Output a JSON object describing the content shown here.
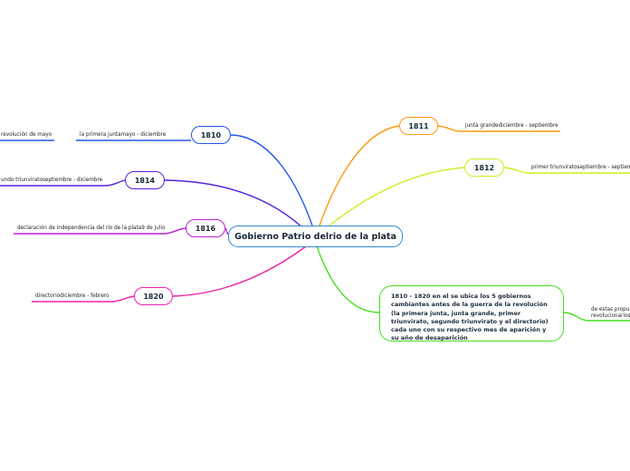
{
  "central": {
    "title": "Gobierno Patrio delrio de la plata"
  },
  "nodes": {
    "y1810": "1810",
    "y1814": "1814",
    "y1816": "1816",
    "y1820": "1820",
    "y1811": "1811",
    "y1812": "1812"
  },
  "labels": {
    "revolucion": "revolución de mayo",
    "primera_junta": "la primera juntamayo - diciembre",
    "segundo_triunvirato": "undo triunviratoseptiembre - diciembre",
    "declaracion": "declaración de independencia del rio de la plata9 de julio",
    "directorio": "directoriodiciembre - febrero",
    "junta_grande": "junta grandediciembre - septiembre",
    "primer_triunvirato": "primer triunviratoseptiembre - septiem",
    "propuestas_1": "de estas propue",
    "propuestas_2": "revolucionarios"
  },
  "note": {
    "text": "1810 - 1820 en el se ubica los 5 gobiernos cambiantes antes de la guerra de la revolución (la primera junta, junta grande, primer triunvirato, segundo triunvirato y el directorio) cada uno con su respectivo mes de aparición y su año de desaparición"
  },
  "colors": {
    "branch_1810": "#2255ee",
    "branch_1814": "#5522dd",
    "branch_1816": "#bb22cc",
    "branch_1820": "#ee22aa",
    "branch_1811": "#ff9911",
    "branch_1812": "#ccee22",
    "branch_note": "#44dd22",
    "central_border": "#3388cc"
  }
}
